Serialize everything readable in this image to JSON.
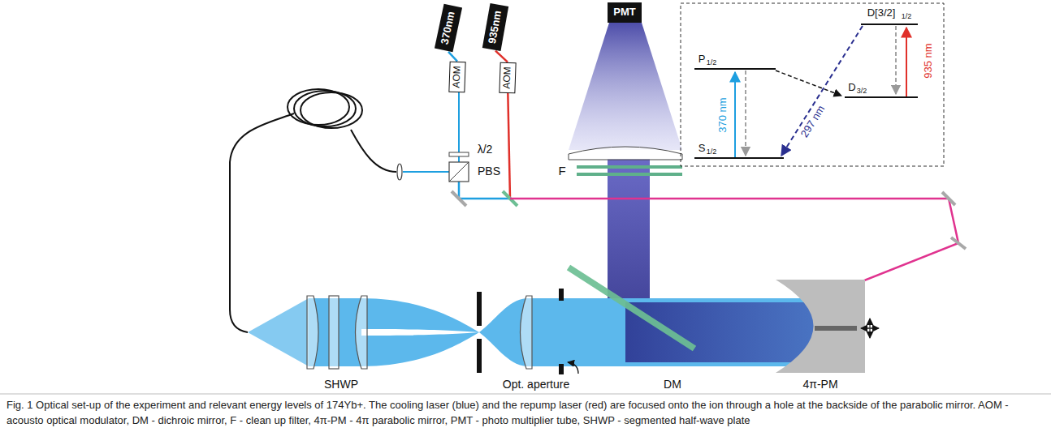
{
  "diagram": {
    "caption": "Fig. 1 Optical set-up of the experiment and relevant energy levels of 174Yb+. The cooling laser (blue) and the repump laser (red) are focused onto the ion through a hole at the backside of the parabolic mirror. AOM - acousto optical modulator, DM - dichroic mirror, F - clean up filter, 4π-PM - 4π parabolic mirror, PMT - photo multiplier tube, SHWP - segmented half-wave plate",
    "nodes": [
      {
        "text": [
          "370nm"
        ]
      },
      {
        "text": [
          "AOM"
        ]
      },
      {
        "text": [
          "935nm"
        ]
      },
      {
        "text": [
          "AOM"
        ]
      },
      {
        "text": [
          "PMT"
        ]
      }
    ],
    "edges": [
      {
        "from": 0,
        "to": 1,
        "arrow": "none"
      },
      {
        "from": 2,
        "to": 3,
        "arrow": "none"
      }
    ],
    "labels": [
      "λ/2",
      "PBS",
      "F",
      "SHWP",
      "Opt. aperture",
      "DM",
      "4π-PM",
      "D[3/2]",
      "1/2",
      "P",
      "1/2",
      "D",
      "3/2",
      "370 nm",
      "297 nm",
      "935 nm",
      "S",
      "1/2"
    ]
  }
}
